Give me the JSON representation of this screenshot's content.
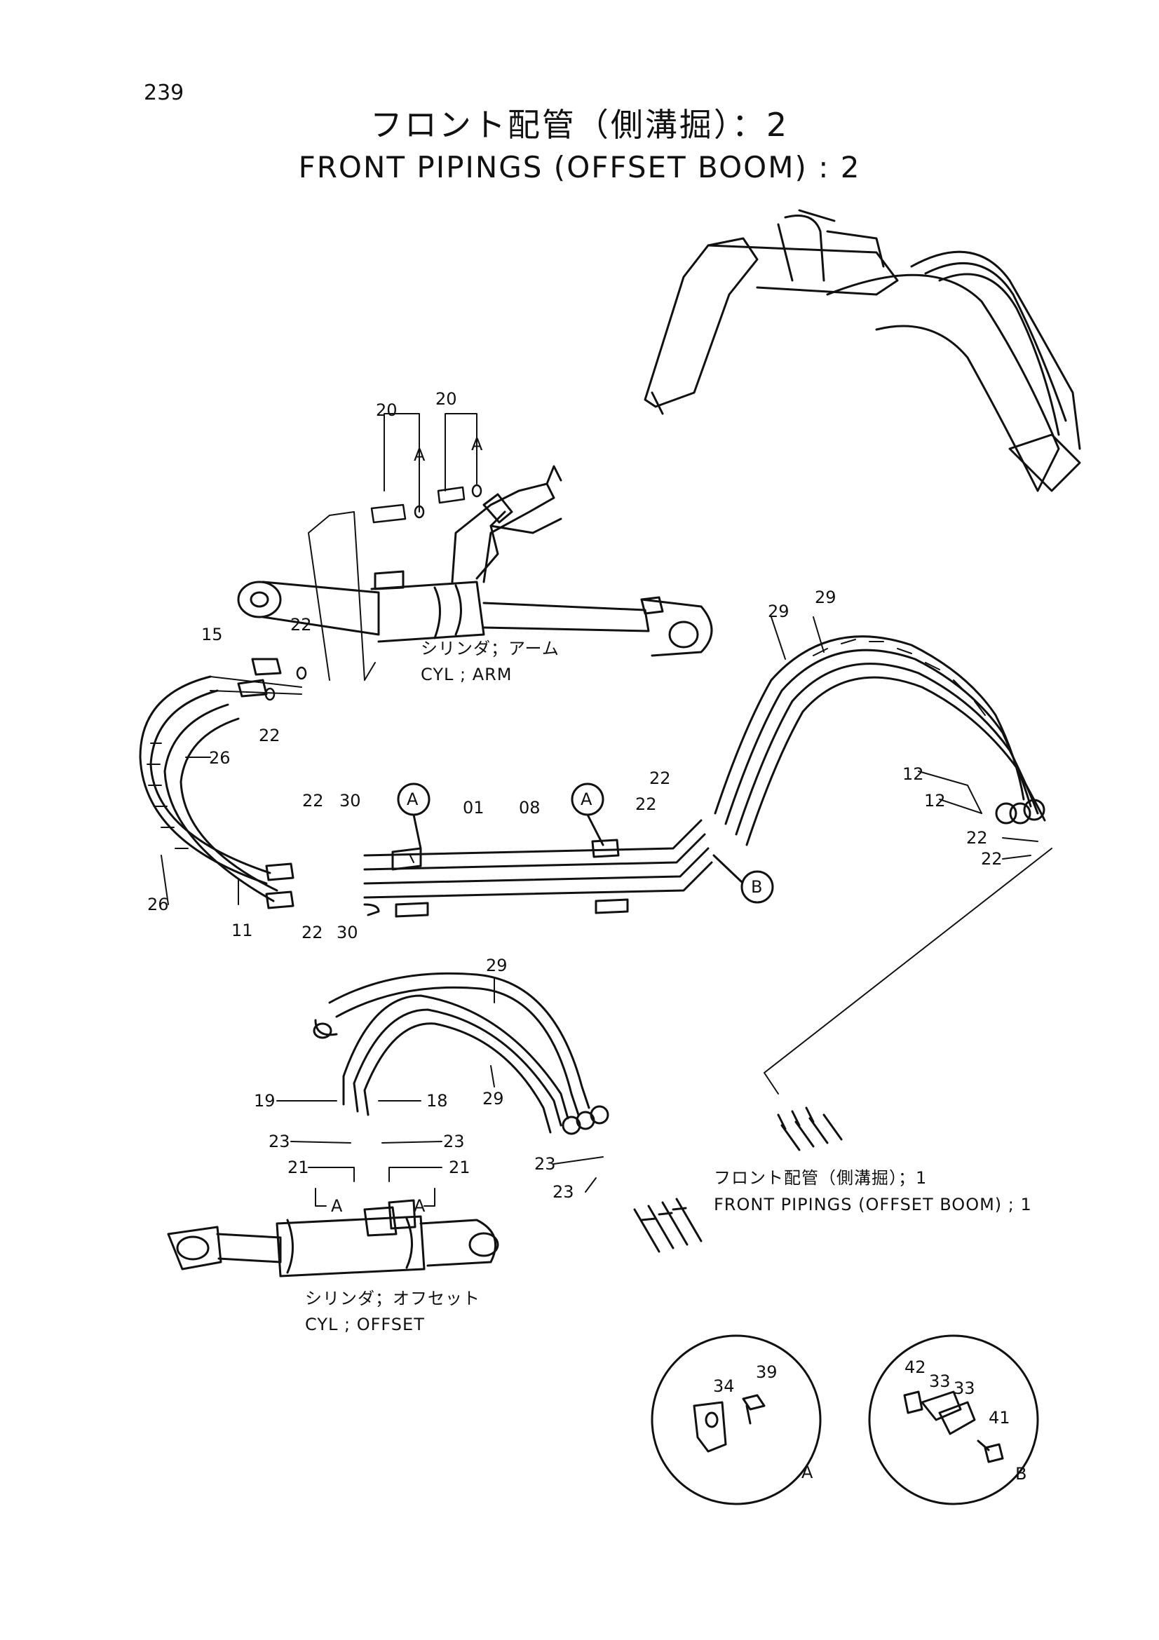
{
  "page_number": "239",
  "title_jp": "フロント配管（側溝掘）：2",
  "title_en": "FRONT PIPINGS (OFFSET BOOM) : 2",
  "captions": {
    "arm_cyl_jp": "シリンダ；アーム",
    "arm_cyl_en": "CYL ; ARM",
    "offset_cyl_jp": "シリンダ；オフセット",
    "offset_cyl_en": "CYL ; OFFSET",
    "ref_jp": "フロント配管（側溝掘）；1",
    "ref_en": "FRONT PIPINGS (OFFSET BOOM) ; 1"
  },
  "callouts": {
    "a": "A",
    "b": "B"
  },
  "part_labels": [
    {
      "id": "p20a",
      "text": "20"
    },
    {
      "id": "p20b",
      "text": "20"
    },
    {
      "id": "pAa",
      "text": "A"
    },
    {
      "id": "pAb",
      "text": "A"
    },
    {
      "id": "p15",
      "text": "15"
    },
    {
      "id": "p22a",
      "text": "22"
    },
    {
      "id": "p22b",
      "text": "22"
    },
    {
      "id": "p26a",
      "text": "26"
    },
    {
      "id": "p22c",
      "text": "22"
    },
    {
      "id": "p30a",
      "text": "30"
    },
    {
      "id": "p01",
      "text": "01"
    },
    {
      "id": "p08",
      "text": "08"
    },
    {
      "id": "p26b",
      "text": "26"
    },
    {
      "id": "p11",
      "text": "11"
    },
    {
      "id": "p22d",
      "text": "22"
    },
    {
      "id": "p30b",
      "text": "30"
    },
    {
      "id": "p29a",
      "text": "29"
    },
    {
      "id": "p29b",
      "text": "29"
    },
    {
      "id": "p22e",
      "text": "22"
    },
    {
      "id": "p22f",
      "text": "22"
    },
    {
      "id": "p12a",
      "text": "12"
    },
    {
      "id": "p12b",
      "text": "12"
    },
    {
      "id": "p22g",
      "text": "22"
    },
    {
      "id": "p22h",
      "text": "22"
    },
    {
      "id": "p29c",
      "text": "29"
    },
    {
      "id": "p29d",
      "text": "29"
    },
    {
      "id": "p19",
      "text": "19"
    },
    {
      "id": "p18",
      "text": "18"
    },
    {
      "id": "p23a",
      "text": "23"
    },
    {
      "id": "p23b",
      "text": "23"
    },
    {
      "id": "p21a",
      "text": "21"
    },
    {
      "id": "p21b",
      "text": "21"
    },
    {
      "id": "pAc",
      "text": "A"
    },
    {
      "id": "pAd",
      "text": "A"
    },
    {
      "id": "p23c",
      "text": "23"
    },
    {
      "id": "p23d",
      "text": "23"
    },
    {
      "id": "p34",
      "text": "34"
    },
    {
      "id": "p39",
      "text": "39"
    },
    {
      "id": "pA2",
      "text": "A"
    },
    {
      "id": "p42",
      "text": "42"
    },
    {
      "id": "p33a",
      "text": "33"
    },
    {
      "id": "p33b",
      "text": "33"
    },
    {
      "id": "p41",
      "text": "41"
    },
    {
      "id": "pB2",
      "text": "B"
    }
  ]
}
